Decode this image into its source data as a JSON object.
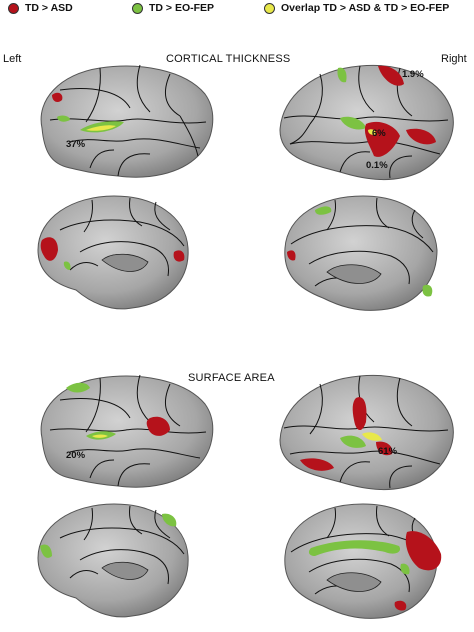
{
  "legend": [
    {
      "label": "TD > ASD",
      "color": "#b5121b"
    },
    {
      "label": "TD > EO-FEP",
      "color": "#7cc242"
    },
    {
      "label": "Overlap TD > ASD & TD > EO-FEP",
      "color": "#e8e84a"
    }
  ],
  "labels": {
    "left": "Left",
    "right": "Right"
  },
  "sections": {
    "cortical_thickness": {
      "title": "CORTICAL THICKNESS",
      "annotations": {
        "left_lateral": "37%",
        "right_top": "1.9%",
        "right_mid": "6%",
        "right_low": "0.1%"
      }
    },
    "surface_area": {
      "title": "SURFACE AREA",
      "annotations": {
        "left_lateral": "20%",
        "right_lateral": "61%"
      }
    }
  },
  "colors": {
    "cortex": "#a9a9a9",
    "outline": "#111111",
    "td_asd": "#b5121b",
    "td_eofep": "#7cc242",
    "overlap": "#e8e84a"
  }
}
